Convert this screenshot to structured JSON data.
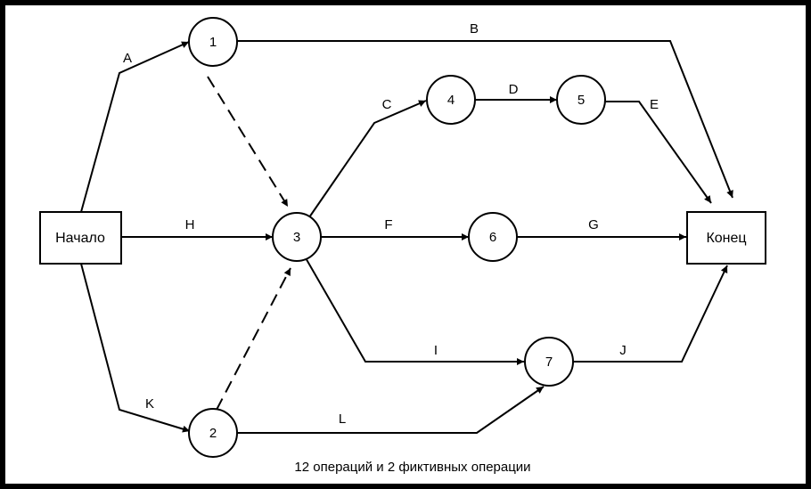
{
  "colors": {
    "background": "#000000",
    "canvas": "#ffffff",
    "ink": "#000000"
  },
  "diagram": {
    "start_label": "Начало",
    "end_label": "Конец",
    "nodes": [
      "1",
      "2",
      "3",
      "4",
      "5",
      "6",
      "7"
    ],
    "activities": [
      "A",
      "B",
      "C",
      "D",
      "E",
      "F",
      "G",
      "H",
      "I",
      "J",
      "K",
      "L"
    ],
    "caption": "12 операций и 2 фиктивных операции"
  }
}
